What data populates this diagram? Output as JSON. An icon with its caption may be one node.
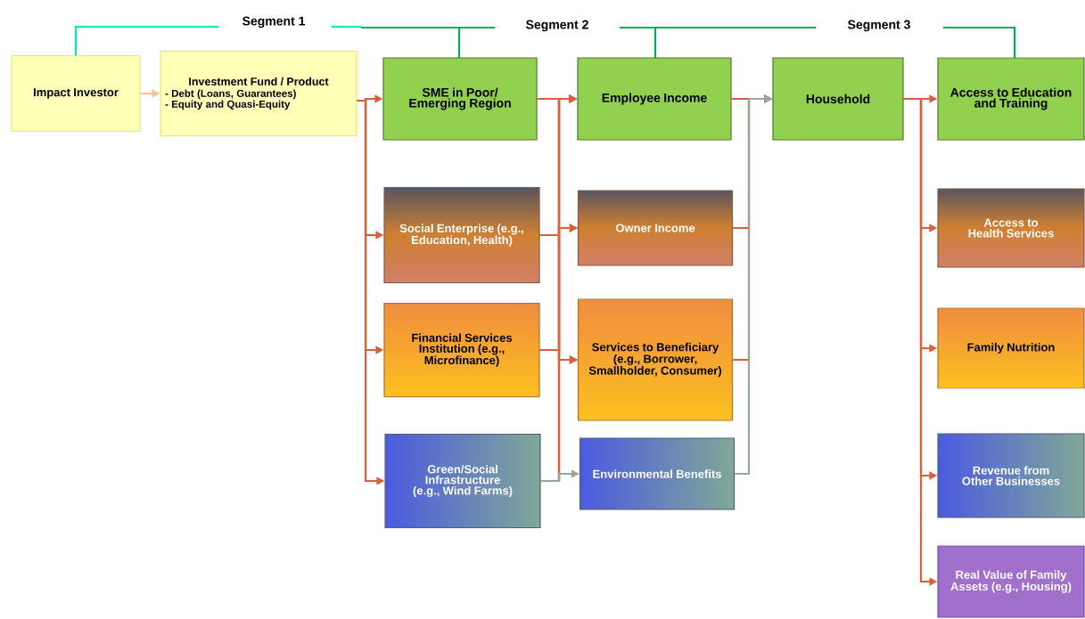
{
  "diagram": {
    "nodes": [
      {
        "text": [
          "Impact Investor"
        ]
      },
      {
        "text": [
          "Investment Fund / Product",
          "- Debt (Loans, Guarantees)",
          "- Equity and Quasi-Equity"
        ]
      },
      {
        "text": [
          "SME in Poor/ Emerging Region"
        ]
      },
      {
        "text": [
          "Social Enterprise (e.g., Education, Health)"
        ]
      },
      {
        "text": [
          "Financial Services Institution (e.g., Microfinance)"
        ]
      },
      {
        "text": [
          "Green/Social Infrastructure (e.g., Wind Farms)"
        ]
      },
      {
        "text": [
          "Employee Income"
        ]
      },
      {
        "text": [
          "Owner Income"
        ]
      },
      {
        "text": [
          "Services to Beneficiary (e.g., Borrower, Smallholder, Consumer)"
        ]
      },
      {
        "text": [
          "Environmental Benefits"
        ]
      },
      {
        "text": [
          "Household"
        ]
      },
      {
        "text": [
          "Access to Education and Training"
        ]
      },
      {
        "text": [
          "Access to Health Services"
        ]
      },
      {
        "text": [
          "Family Nutrition"
        ]
      },
      {
        "text": [
          "Revenue from Other Businesses"
        ]
      },
      {
        "text": [
          "Real Value of Family Assets (e.g., Housing)"
        ]
      }
    ],
    "edges": [
      {
        "from": 0,
        "to": 1,
        "arrow": "to",
        "color": "#ffc090"
      },
      {
        "from": 1,
        "to": 2,
        "arrow": "to"
      },
      {
        "from": 1,
        "to": 3,
        "arrow": "to"
      },
      {
        "from": 1,
        "to": 4,
        "arrow": "to"
      },
      {
        "from": 1,
        "to": 5,
        "arrow": "to"
      },
      {
        "from": 2,
        "to": 6,
        "arrow": "to"
      },
      {
        "from": 2,
        "to": 7,
        "arrow": "to"
      },
      {
        "from": 2,
        "to": 8,
        "arrow": "to"
      },
      {
        "from": 3,
        "to": 6,
        "arrow": "to"
      },
      {
        "from": 3,
        "to": 7,
        "arrow": "to"
      },
      {
        "from": 3,
        "to": 8,
        "arrow": "to"
      },
      {
        "from": 4,
        "to": 6,
        "arrow": "to"
      },
      {
        "from": 4,
        "to": 7,
        "arrow": "to"
      },
      {
        "from": 4,
        "to": 8,
        "arrow": "to"
      },
      {
        "from": 5,
        "to": 6,
        "arrow": "to"
      },
      {
        "from": 5,
        "to": 7,
        "arrow": "to"
      },
      {
        "from": 5,
        "to": 8,
        "arrow": "to"
      },
      {
        "from": 5,
        "to": 9,
        "arrow": "to",
        "color": "#98a89c"
      },
      {
        "from": 6,
        "to": 10,
        "arrow": "to"
      },
      {
        "from": 7,
        "to": 10,
        "arrow": "to"
      },
      {
        "from": 8,
        "to": 10,
        "arrow": "to"
      },
      {
        "from": 9,
        "to": 10,
        "arrow": "to",
        "color": "#98a89c"
      },
      {
        "from": 10,
        "to": 11,
        "arrow": "to"
      },
      {
        "from": 10,
        "to": 12,
        "arrow": "to"
      },
      {
        "from": 10,
        "to": 13,
        "arrow": "to"
      },
      {
        "from": 10,
        "to": 14,
        "arrow": "to"
      },
      {
        "from": 10,
        "to": 15,
        "arrow": "to"
      }
    ],
    "labels": [
      "Segment 1",
      "Segment 2",
      "Segment 3"
    ]
  }
}
